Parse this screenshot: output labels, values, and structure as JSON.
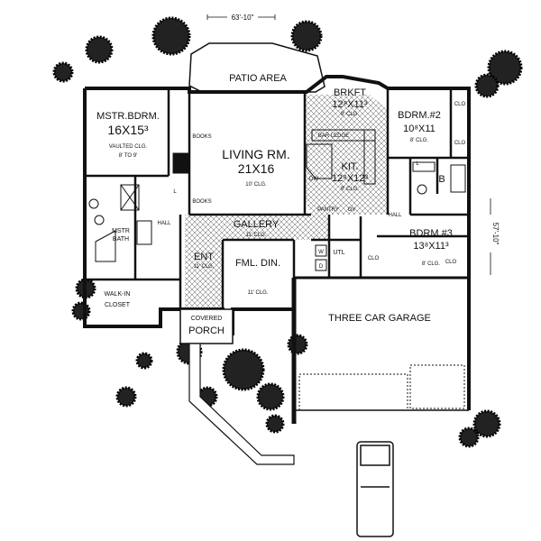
{
  "dimensions": {
    "width": "63'-10\"",
    "depth": "57'-10\""
  },
  "rooms": {
    "patio": {
      "name": "PATIO AREA"
    },
    "master": {
      "name": "MSTR.BDRM.",
      "size": "16X15³",
      "ceiling": "VAULTED CLG.",
      "ceiling_range": "8' TO 9'"
    },
    "living": {
      "name": "LIVING RM.",
      "size": "21X16",
      "ceiling": "10' CLG."
    },
    "brkft": {
      "name": "BRKFT",
      "size": "12⁸X11³",
      "ceiling": "9' CLG."
    },
    "kitchen": {
      "name": "KIT.",
      "size": "12⁸X12³",
      "ceiling": "9' CLG."
    },
    "bdrm2": {
      "name": "BDRM.#2",
      "size": "10⁸X11",
      "ceiling": "8' CLG."
    },
    "bdrm3": {
      "name": "BDRM.#3",
      "size": "13⁸X11³",
      "ceiling": "8' CLG."
    },
    "gallery": {
      "name": "GALLERY",
      "ceiling": "11' CLG."
    },
    "entry": {
      "name": "ENT",
      "ceiling": "11' CLG."
    },
    "dining": {
      "name": "FML. DIN.",
      "ceiling": "11' CLG."
    },
    "garage": {
      "name": "THREE CAR  GARAGE"
    },
    "porch": {
      "name_top": "COVERED",
      "name_bottom": "PORCH"
    },
    "mstr_bath": {
      "name_top": "MSTR",
      "name_bottom": "BATH"
    },
    "closet": {
      "name_top": "WALK-IN",
      "name_bottom": "CLOSET"
    },
    "bath2": {
      "name": "B"
    },
    "utility": {
      "name": "UTL"
    }
  },
  "small_labels": {
    "books_top": "BOOKS",
    "books_bottom": "BOOKS",
    "hall_left": "HALL",
    "hall_right": "HALL",
    "bar_ledge": "BAR LEDGE",
    "dw": "DW",
    "pantry": "PANTRY",
    "ov": "OV",
    "clo_b2_top": "CLO",
    "clo_b2_mid": "CLO",
    "clo_b3": "CLO",
    "clo_hall": "CLO",
    "linen_l": "L",
    "linen_b": "L",
    "washer": "W",
    "dryer": "D"
  }
}
